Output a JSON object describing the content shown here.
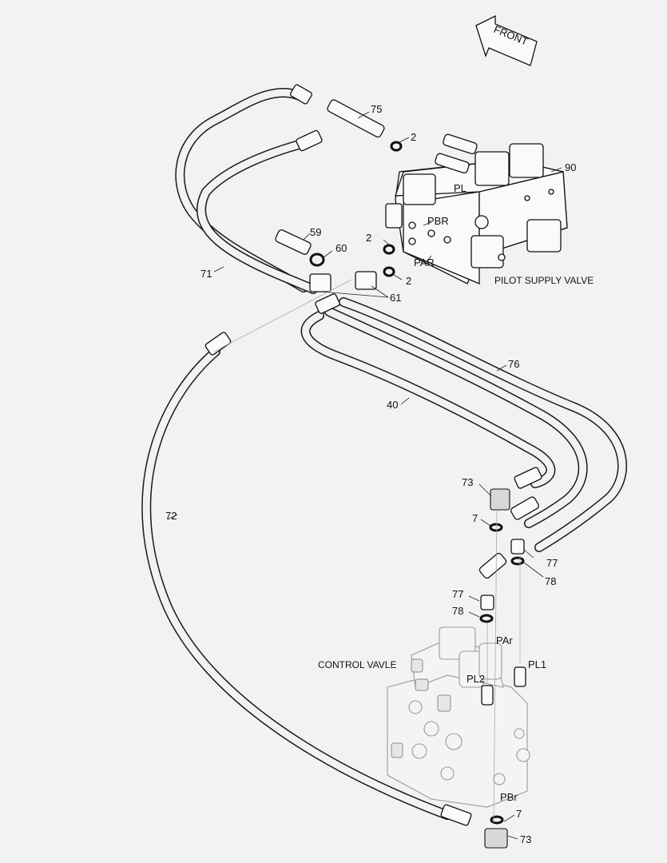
{
  "front_label": "FRONT",
  "part_numbers": {
    "p75": "75",
    "p2a": "2",
    "p90": "90",
    "p59": "59",
    "p2b": "2",
    "p60": "60",
    "p2c": "2",
    "p71": "71",
    "p61": "61",
    "p76": "76",
    "p40": "40",
    "p72": "72",
    "p73a": "73",
    "p7a": "7",
    "p77a": "77",
    "p78a": "78",
    "p77b": "77",
    "p78b": "78",
    "p7b": "7",
    "p73b": "73"
  },
  "port_labels": {
    "pl": "PL",
    "pbr": "PBR",
    "par": "PAR",
    "par_cv": "PAr",
    "pl1": "PL1",
    "pl2": "PL2",
    "pbr_cv": "PBr"
  },
  "captions": {
    "pilot_supply_valve": "PILOT SUPPLY VALVE",
    "control_valve": "CONTROL VAVLE"
  }
}
